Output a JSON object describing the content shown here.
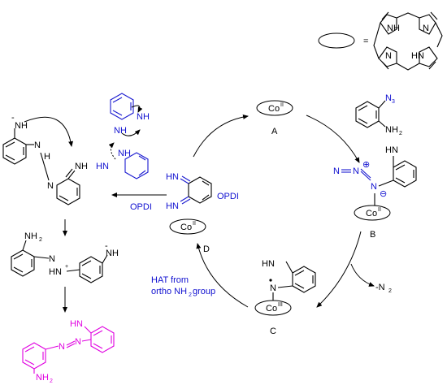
{
  "legend": {
    "equals": "="
  },
  "porphyrin": {
    "nh_top": "NH",
    "n_right": "N",
    "n_left": "N",
    "hn_bottom": "HN"
  },
  "cycle": {
    "A": {
      "letter": "A",
      "metal": "Co",
      "ox": "II"
    },
    "B": {
      "letter": "B",
      "metal": "Co",
      "ox": "II"
    },
    "C": {
      "letter": "C",
      "metal": "Co",
      "ox": "III"
    },
    "D": {
      "letter": "D",
      "metal": "Co",
      "ox": "II"
    }
  },
  "reagent": {
    "azide": "N",
    "azide_sub": "3",
    "amine": "NH",
    "amine_sub": "2"
  },
  "intB": {
    "amine": "H",
    "amine2": "N",
    "n_terminal": "N",
    "n_mid": "N",
    "n_inner": "N",
    "plus": "⊕",
    "minus": "⊖"
  },
  "intC": {
    "amine": "H",
    "amine2": "N",
    "nitrene": "N"
  },
  "byproduct": {
    "text": "-N",
    "sub": "2"
  },
  "hat": {
    "line1": "HAT from",
    "line2": "ortho NH",
    "sub": "2",
    "line2b": " group"
  },
  "opdi": {
    "label_right": "OPDI",
    "label_left": "OPDI",
    "imine1": "HN",
    "imine2": "HN"
  },
  "blueTop": {
    "nh_left": "NH",
    "nh_right": "NH"
  },
  "blueMid": {
    "nh_top": "NH",
    "hn_left": "HN"
  },
  "leftTop": {
    "minus": "-",
    "nh": "NH",
    "n": "N",
    "h": "H",
    "n2": "N",
    "nh2": "NH"
  },
  "leftMid": {
    "nh2": "NH",
    "sub": "2",
    "nh": "NH",
    "n": "N",
    "hn": "HN",
    "plus": "+",
    "minus": "-"
  },
  "product": {
    "nh2_top": "H",
    "nh2_top_n": "N",
    "n1": "N",
    "n2": "N",
    "nh2_bottom": "NH",
    "sub": "2"
  }
}
